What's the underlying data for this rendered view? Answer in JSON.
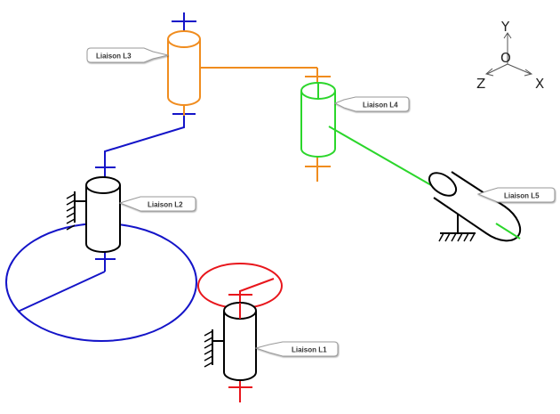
{
  "colors": {
    "l1": "#e8161c",
    "l2": "#000000",
    "l3": "#f08c1e",
    "l4": "#2bd62b",
    "l5": "#000000",
    "link_blue": "#1414c8",
    "ground": "#000000"
  },
  "labels": {
    "l1": "Liaison L1",
    "l2": "Liaison L2",
    "l3": "Liaison L3",
    "l4": "Liaison L4",
    "l5": "Liaison L5"
  },
  "axes": {
    "x": "X",
    "y": "Y",
    "z": "Z",
    "origin": "O"
  }
}
